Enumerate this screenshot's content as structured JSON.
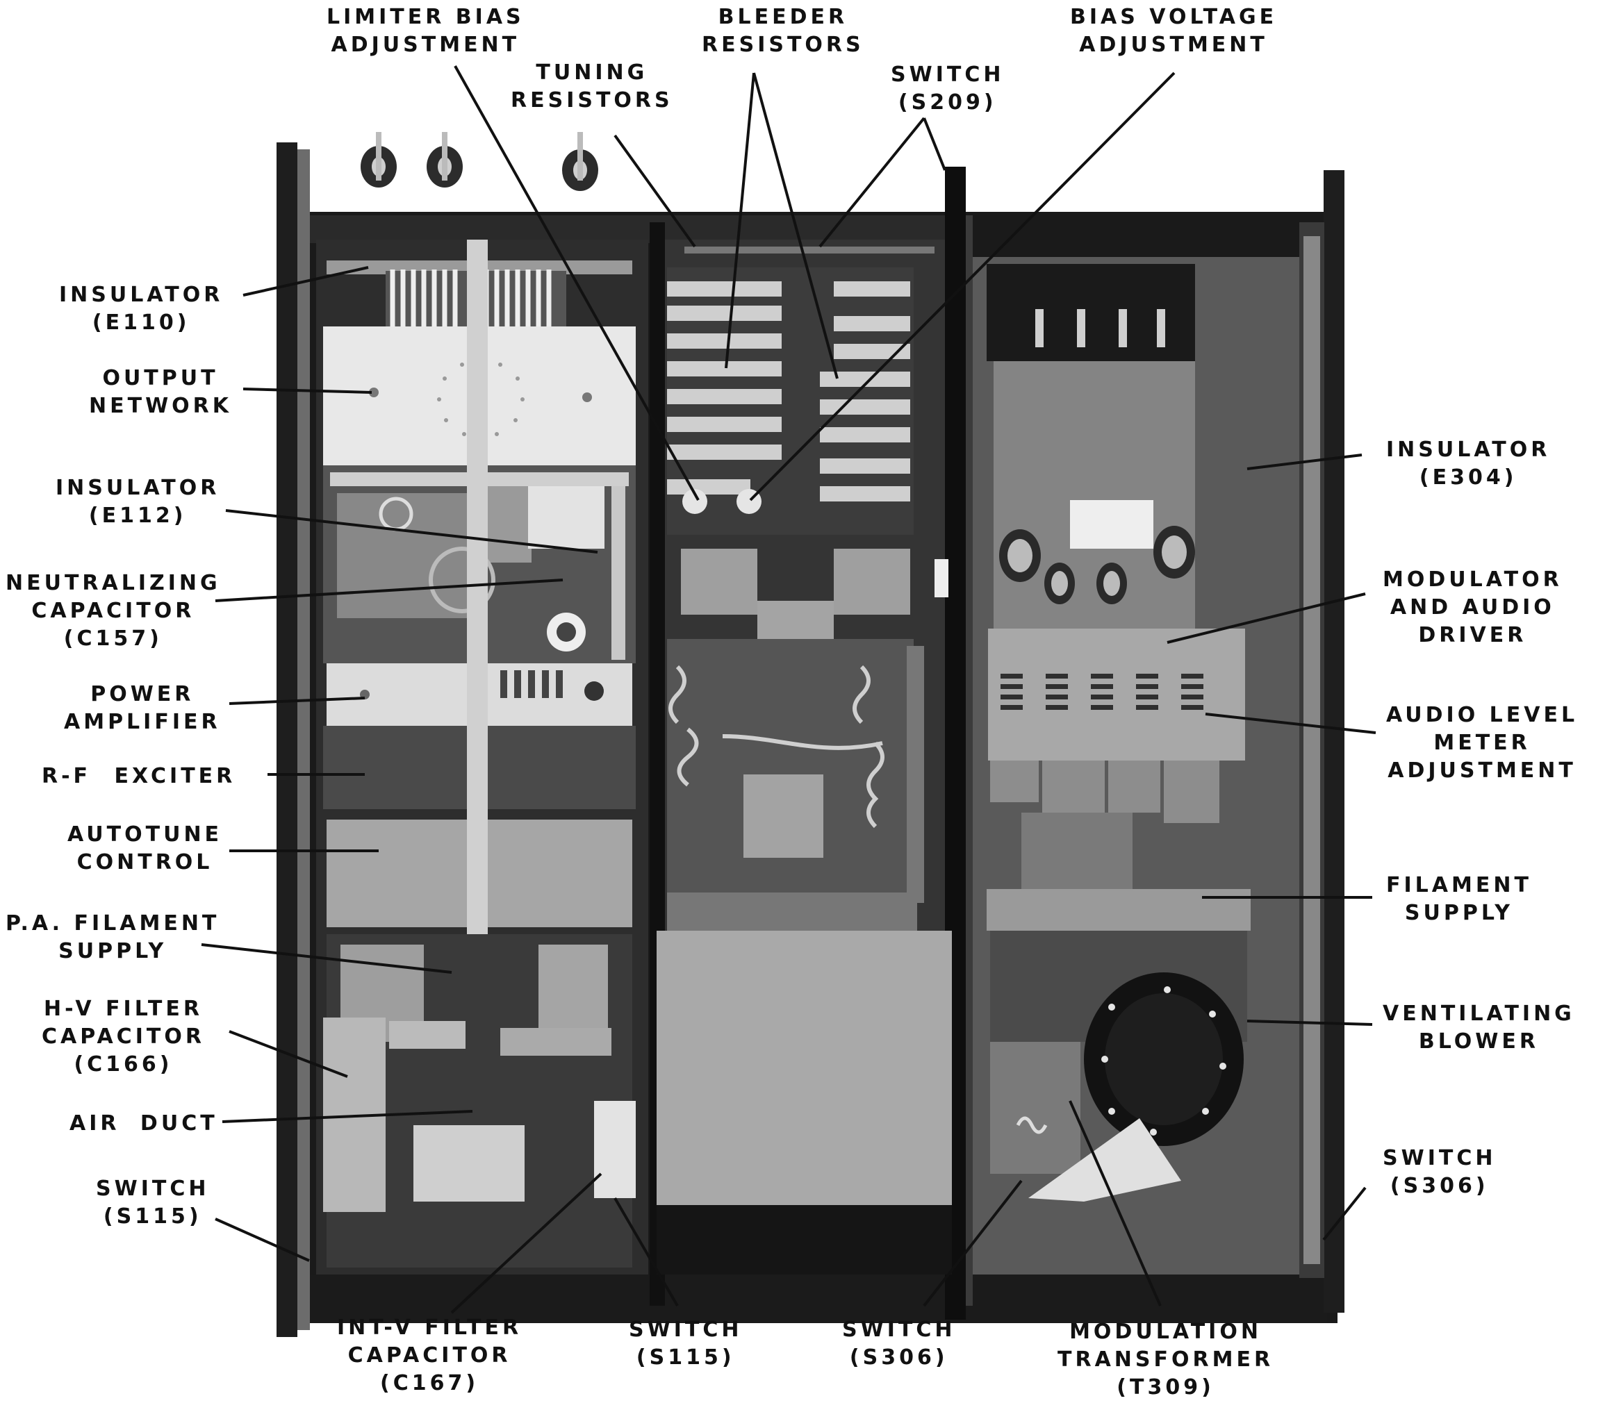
{
  "labels": {
    "limiter_bias": [
      "LIMITER BIAS",
      "ADJUSTMENT"
    ],
    "bleeder": [
      "BLEEDER",
      "RESISTORS"
    ],
    "bias_voltage": [
      "BIAS VOLTAGE",
      "ADJUSTMENT"
    ],
    "tuning": [
      "TUNING",
      "RESISTORS"
    ],
    "switch_s209": [
      "SWITCH",
      "(S209)"
    ],
    "insulator_e110": [
      "INSULATOR",
      "(E110)"
    ],
    "output_network": [
      "OUTPUT",
      "NETWORK"
    ],
    "insulator_e112": [
      "INSULATOR",
      "(E112)"
    ],
    "neutralizing": [
      "NEUTRALIZING",
      "CAPACITOR",
      "(C157)"
    ],
    "power_amp": [
      "POWER",
      "AMPLIFIER"
    ],
    "rf_exciter": [
      "R-F EXCITER"
    ],
    "autotune": [
      "AUTOTUNE",
      "CONTROL"
    ],
    "pa_filament": [
      "P.A. FILAMENT",
      "SUPPLY"
    ],
    "hv_filter": [
      "H-V FILTER",
      "CAPACITOR",
      "(C166)"
    ],
    "air_duct": [
      "AIR DUCT"
    ],
    "switch_s115_left": [
      "SWITCH",
      "(S115)"
    ],
    "intv_filter": [
      "INT-V FILTER",
      "CAPACITOR",
      "(C167)"
    ],
    "switch_s115_bottom": [
      "SWITCH",
      "(S115)"
    ],
    "switch_s306_bottom": [
      "SWITCH",
      "(S306)"
    ],
    "mod_transformer": [
      "MODULATION",
      "TRANSFORMER",
      "(T309)"
    ],
    "insulator_e304": [
      "INSULATOR",
      "(E304)"
    ],
    "modulator": [
      "MODULATOR",
      "AND AUDIO",
      "DRIVER"
    ],
    "audio_level": [
      "AUDIO LEVEL",
      "METER",
      "ADJUSTMENT"
    ],
    "filament_supply": [
      "FILAMENT",
      "SUPPLY"
    ],
    "ventilating": [
      "VENTILATING",
      "BLOWER"
    ],
    "switch_s306_right": [
      "SWITCH",
      "(S306)"
    ]
  }
}
